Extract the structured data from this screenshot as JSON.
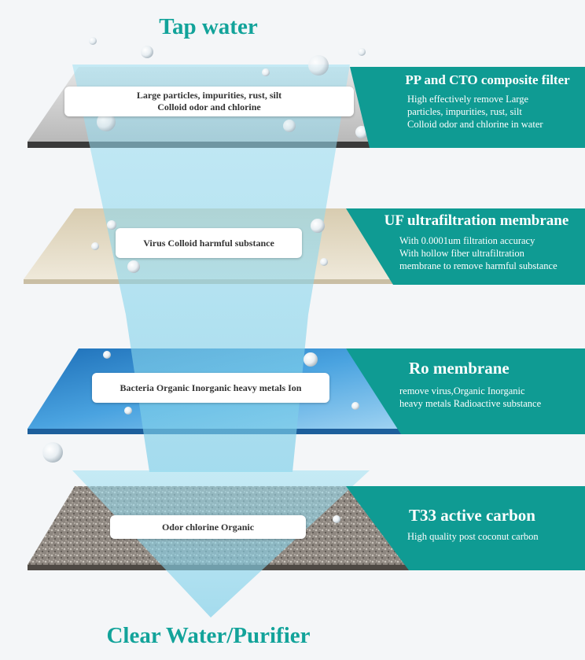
{
  "colors": {
    "teal": "#0f9b93",
    "title_teal": "#12a39a"
  },
  "top_title": "Tap water",
  "bottom_title": "Clear Water/Purifier",
  "layers": [
    {
      "pill_lines": [
        "Large particles, impurities, rust, silt",
        "Colloid odor and chlorine"
      ],
      "name": "PP and CTO composite filter",
      "desc_lines": [
        "High effectively remove Large",
        "particles, impurities, rust, silt",
        "Colloid odor and chlorine in water"
      ]
    },
    {
      "pill_lines": [
        "Virus Colloid harmful substance"
      ],
      "name": "UF ultrafiltration membrane",
      "desc_lines": [
        "With 0.0001um filtration accuracy",
        "With hollow fiber ultrafiltration",
        "membrane to remove harmful substance"
      ]
    },
    {
      "pill_lines": [
        "Bacteria Organic Inorganic heavy metals Ion"
      ],
      "name": "Ro membrane",
      "desc_lines": [
        "remove virus,Organic Inorganic",
        "heavy metals Radioactive substance"
      ]
    },
    {
      "pill_lines": [
        "Odor chlorine Organic"
      ],
      "name": "T33 active carbon",
      "desc_lines": [
        "High quality post coconut carbon"
      ]
    }
  ]
}
